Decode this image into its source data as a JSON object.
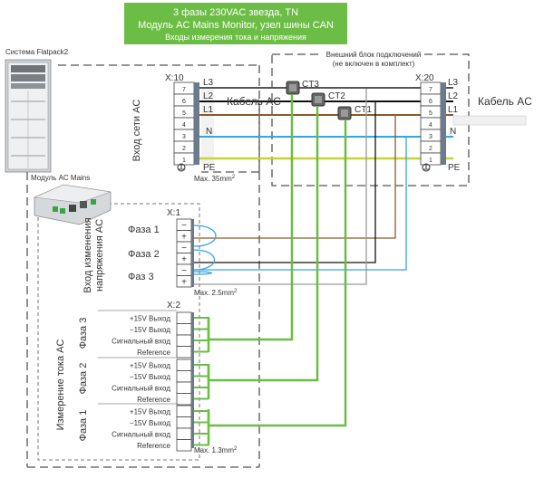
{
  "header": {
    "line1": "3 фазы 230VAC звезда, TN",
    "line2": "Модуль AC Mains Monitor, узел шины CAN",
    "line3": "Входы измерения тока и напряжения",
    "color": "#6cbd45"
  },
  "system": {
    "label": "Система Flatpack2"
  },
  "module": {
    "label": "Модуль AC Mains"
  },
  "external": {
    "line1": "Внешний блок подключений",
    "line2": "(не включен в комплект)"
  },
  "x10": {
    "title": "X:10",
    "side_label": "Вход сети AC",
    "cable_label": "Кабель AC",
    "terminals": [
      "7",
      "6",
      "5",
      "4",
      "3",
      "2",
      "1"
    ],
    "phase_labels": [
      "L3",
      "L2",
      "L1",
      "N",
      "PE"
    ],
    "max": "Max. 35mm",
    "max_sup": "2"
  },
  "x20": {
    "title": "X:20",
    "cable_label": "Кабель AC",
    "terminals": [
      "7",
      "6",
      "5",
      "4",
      "3",
      "2",
      "1"
    ],
    "phase_labels": [
      "L3",
      "L2",
      "L1",
      "N",
      "PE"
    ]
  },
  "ct": [
    "CT3",
    "CT2",
    "CT1"
  ],
  "x1": {
    "title": "X:1",
    "side_label_1": "Вход изменения",
    "side_label_2": "напряжения AC",
    "phases": [
      "Фаза 1",
      "Фаза 2",
      "Фаз 3"
    ],
    "minus": "−",
    "plus": "+",
    "max": "Max. 2.5mm",
    "max_sup": "2"
  },
  "x2": {
    "title": "X:2",
    "side_label": "Измерение тока AC",
    "groups": [
      {
        "phase": "Фаза 3",
        "rows": [
          "+15V Выход",
          "−15V Выход",
          "Сигнальный вход",
          "Reference"
        ]
      },
      {
        "phase": "Фаза 2",
        "rows": [
          "+15V Выход",
          "−15V Выход",
          "Сигнальный вход",
          "Reference"
        ]
      },
      {
        "phase": "Фаза 1",
        "rows": [
          "+15V Выход",
          "−15V Выход",
          "Сигнальный вход",
          "Reference"
        ]
      }
    ],
    "max": "Max. 1.3mm",
    "max_sup": "2"
  },
  "colors": {
    "l3": "#555555",
    "l2": "#111111",
    "l1": "#8b5a2b",
    "n": "#33a6dd",
    "pe": "#c6d43b",
    "green": "#6cbd45",
    "grey": "#b5b5b5"
  }
}
